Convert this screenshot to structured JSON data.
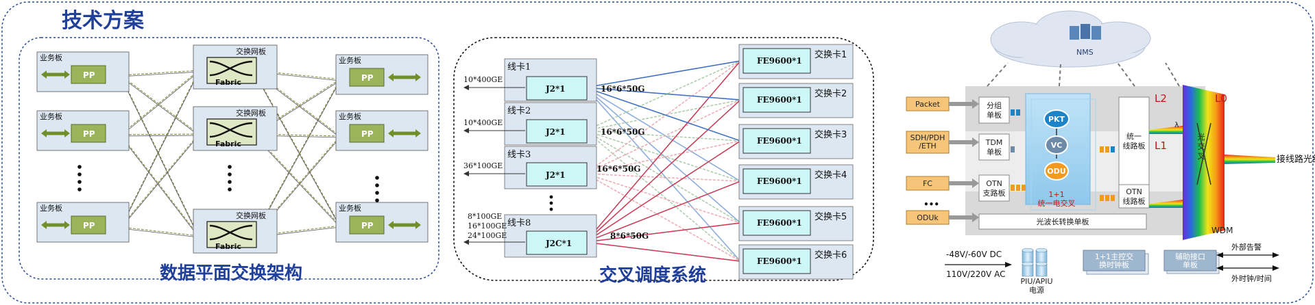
{
  "title": "技术方案",
  "panel1": {
    "caption": "数据平面交换架构",
    "service_board_label": "业务板",
    "switch_board_label": "交换网板",
    "pp_label": "PP",
    "fabric_label": "Fabric"
  },
  "panel2": {
    "caption": "交叉调度系统",
    "line_cards": [
      {
        "name": "线卡1",
        "chip": "J2*1",
        "ports": [
          "10*400GE"
        ],
        "link": "16*6*50G"
      },
      {
        "name": "线卡2",
        "chip": "J2*1",
        "ports": [
          "10*400GE"
        ],
        "link": "16*6*50G"
      },
      {
        "name": "线卡3",
        "chip": "J2*1",
        "ports": [
          "36*100GE"
        ],
        "link": "16*6*50G"
      },
      {
        "name": "线卡8",
        "chip": "J2C*1",
        "ports": [
          "8*100GE",
          "16*100GE",
          "24*100GE"
        ],
        "link": "8*6*50G"
      }
    ],
    "switch_cards": [
      {
        "chip": "FE9600*1",
        "name": "交换卡1"
      },
      {
        "chip": "FE9600*1",
        "name": "交换卡2"
      },
      {
        "chip": "FE9600*1",
        "name": "交换卡3"
      },
      {
        "chip": "FE9600*1",
        "name": "交换卡4"
      },
      {
        "chip": "FE9600*1",
        "name": "交换卡5"
      },
      {
        "chip": "FE9600*1",
        "name": "交换卡6"
      }
    ]
  },
  "panel3": {
    "nms": "NMS",
    "inputs": [
      "Packet",
      "SDH/PDH\n/ETH",
      "FC",
      "ODUk"
    ],
    "dots": "•••",
    "boards": {
      "group": "分组\n单板",
      "tdm": "TDM\n单板",
      "otn_branch": "OTN\n支路板",
      "line": "统一\n线路板",
      "otn_line": "OTN\n线路板",
      "wavelength": "光波长转换单板"
    },
    "cross": {
      "pkt": "PKT",
      "vc": "VC",
      "odu": "ODU",
      "caption": "1+1\n统一电交叉"
    },
    "levels": {
      "l2": "L2",
      "l1": "L1",
      "l0": "L0"
    },
    "wdm": "WDM",
    "optical_cross": "光\n交\n叉",
    "lambda": "λ",
    "fiber": "接线路光纤",
    "power": {
      "dc": "-48V/-60V DC",
      "ac": "110V/220V AC",
      "unit": "PIU/APIU\n电源"
    },
    "main_ctrl": "1+1主控交\n换时钟板",
    "aux": "辅助接口\n单板",
    "ext_alarm": "外部告警",
    "ext_clock": "外时钟/时间"
  },
  "colors": {
    "title": "#1f3f9a",
    "pp_fill": "#9bb35a",
    "fe_fill": "#cdf6f6",
    "input_fill": "#f6c57a",
    "pkt": "#1a84c6",
    "vc": "#6d8aa8",
    "odu": "#f39a1e"
  }
}
